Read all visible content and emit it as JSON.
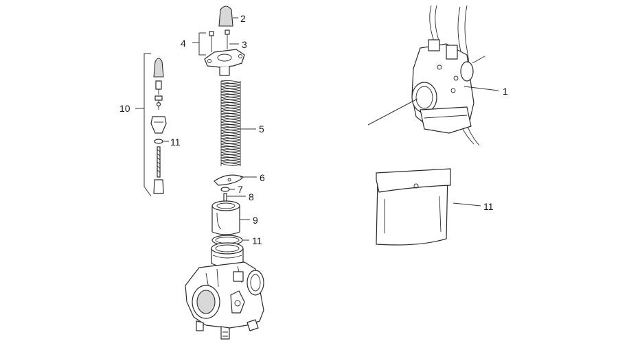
{
  "diagram": {
    "callouts": {
      "c1": "1",
      "c2": "2",
      "c3": "3",
      "c4": "4",
      "c5": "5",
      "c6": "6",
      "c7": "7",
      "c8": "8",
      "c9": "9",
      "c10": "10",
      "c11_left": "11",
      "c11_center": "11",
      "c11_bag": "11"
    }
  }
}
